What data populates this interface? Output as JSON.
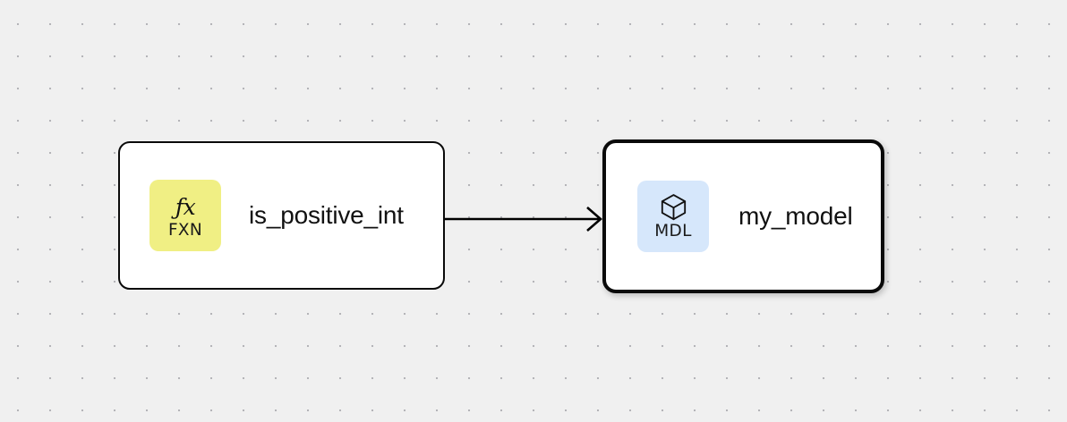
{
  "canvas": {
    "name": "node-graph-canvas",
    "background_color": "#f0f0f0",
    "dot_color": "#b4b4b8",
    "grid_spacing": 36
  },
  "nodes": [
    {
      "id": "fxn",
      "label": "is_positive_int",
      "badge_kind": "FXN",
      "badge_glyph": "ƒx",
      "badge_icon_name": "function-fx-icon",
      "badge_color": "#f0ef84",
      "selected": false
    },
    {
      "id": "model",
      "label": "my_model",
      "badge_kind": "MDL",
      "badge_icon_name": "cube-box-icon",
      "badge_color": "#d6e7fb",
      "selected": true
    }
  ],
  "edges": [
    {
      "id": "fxn-to-model",
      "source": "fxn",
      "target": "model",
      "color": "#000000",
      "arrowhead": "open-chevron"
    }
  ]
}
